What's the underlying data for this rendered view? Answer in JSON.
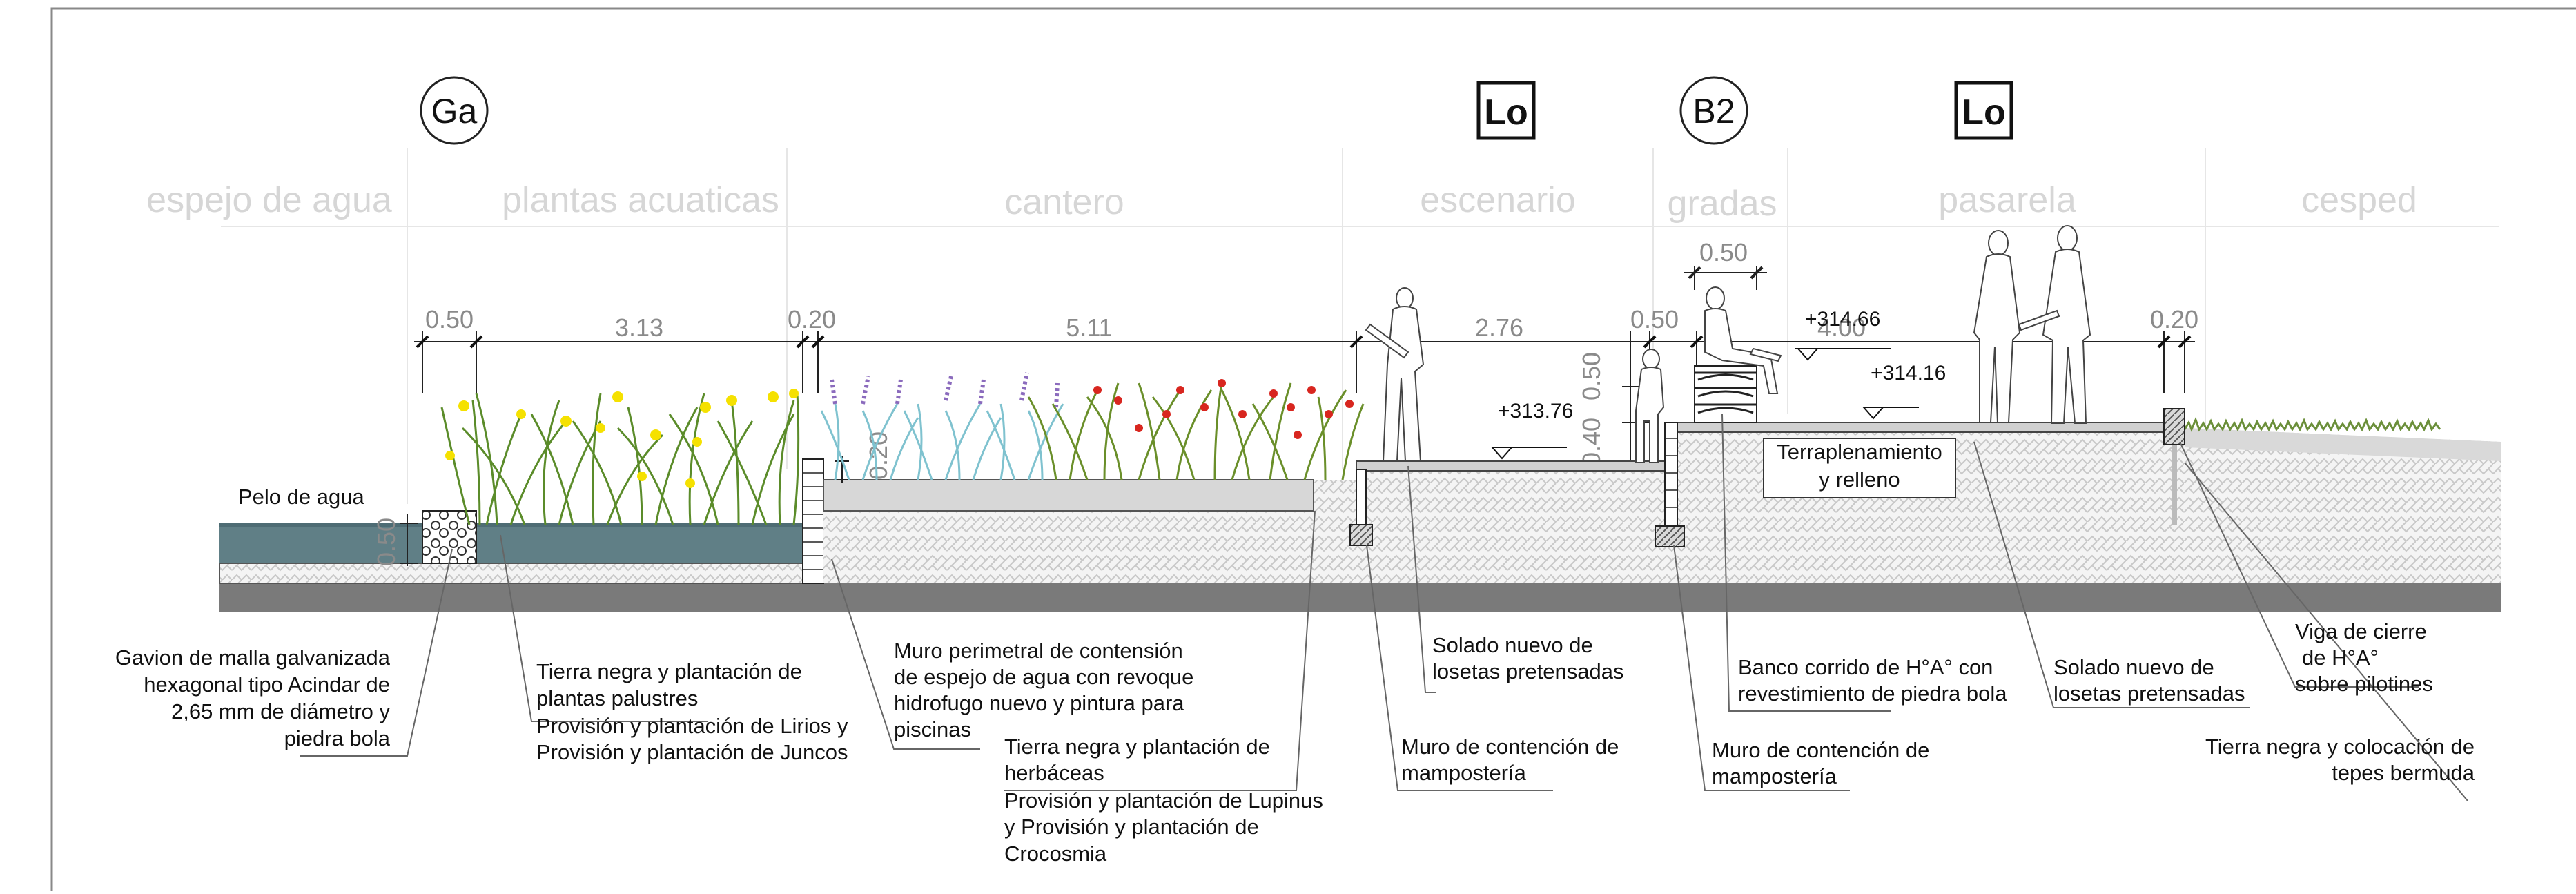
{
  "tags": {
    "ga": "Ga",
    "lo1": "Lo",
    "b2": "B2",
    "lo2": "Lo"
  },
  "zones": {
    "espejo": "espejo de agua",
    "plantas": "plantas acuaticas",
    "cantero": "cantero",
    "escenario": "escenario",
    "gradas": "gradas",
    "pasarela": "pasarela",
    "cesped": "cesped"
  },
  "dimensions": {
    "d1": "0.50",
    "d2": "3.13",
    "d3": "0.20",
    "d4": "5.11",
    "d5": "2.76",
    "d6": "0.50",
    "d7": "4.00",
    "d8": "0.20",
    "bench_w": "0.50",
    "bench_h": "0.50",
    "wall_h": "0.40",
    "water_h": "0.50",
    "cantero_h": "0.20"
  },
  "levels": {
    "l1": "+313.76",
    "l2": "+314.66",
    "l3": "+314.16"
  },
  "labels": {
    "pelo_agua": "Pelo de agua",
    "terraplen_1": "Terraplenamiento",
    "terraplen_2": "y relleno",
    "gavion_1": "Gavion de malla galvanizada",
    "gavion_2": "hexagonal tipo Acindar de",
    "gavion_3": "2,65 mm de diámetro y",
    "gavion_4": "piedra bola",
    "tierra_pal_1": "Tierra negra y plantación de",
    "tierra_pal_2": "plantas palustres",
    "tierra_pal_3": "Provisión y plantación de Lirios y",
    "tierra_pal_4": "Provisión y plantación de Juncos",
    "muro_per_1": "Muro perimetral de contensión",
    "muro_per_2": "de espejo de agua con revoque",
    "muro_per_3": "hidrofugo nuevo y pintura para",
    "muro_per_4": "piscinas",
    "herb_1": "Tierra negra y plantación de",
    "herb_2": "herbáceas",
    "herb_3": "Provisión y plantación de Lupinus",
    "herb_4": "y Provisión y plantación de",
    "herb_5": "Crocosmia",
    "solado1_1": "Solado nuevo de",
    "solado1_2": "losetas pretensadas",
    "muro1_1": "Muro de contención de",
    "muro1_2": "mampostería",
    "banco_1": "Banco corrido de H°A° con",
    "banco_2": "revestimiento de piedra bola",
    "muro2_1": "Muro de contención de",
    "muro2_2": "mampostería",
    "solado2_1": "Solado nuevo de",
    "solado2_2": "losetas pretensadas",
    "viga_1": "Viga de cierre",
    "viga_2": "de H°A°",
    "viga_3": "sobre pilotines",
    "tepes_1": "Tierra negra y colocación de",
    "tepes_2": "tepes bermuda"
  }
}
